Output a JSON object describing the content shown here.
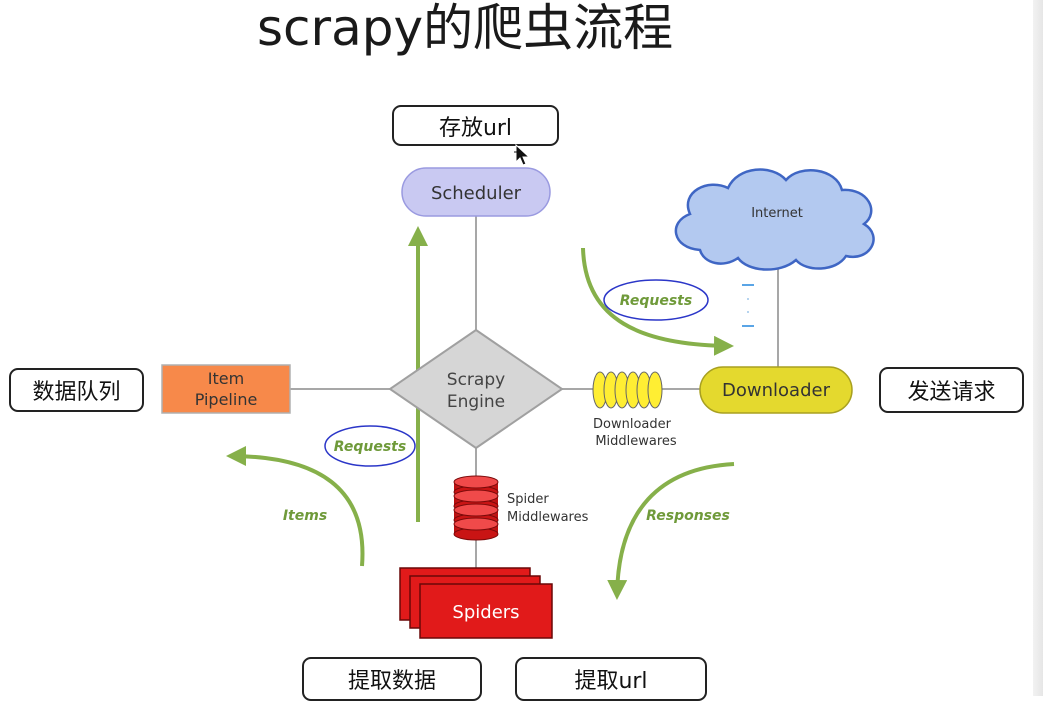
{
  "title": "scrapy的爬虫流程",
  "annotations": {
    "store_url": "存放url",
    "data_queue": "数据队列",
    "send_request": "发送请求",
    "extract_data": "提取数据",
    "extract_url": "提取url"
  },
  "nodes": {
    "scheduler": "Scheduler",
    "internet": "Internet",
    "engine_line1": "Scrapy",
    "engine_line2": "Engine",
    "item_pipeline_line1": "Item",
    "item_pipeline_line2": "Pipeline",
    "downloader": "Downloader",
    "downloader_mw_line1": "Downloader",
    "downloader_mw_line2": "Middlewares",
    "spider_mw_line1": "Spider",
    "spider_mw_line2": "Middlewares",
    "spiders": "Spiders"
  },
  "flows": {
    "requests_to_downloader": "Requests",
    "requests_from_spiders": "Requests",
    "items": "Items",
    "responses": "Responses"
  },
  "colors": {
    "scheduler_fill": "#c9c9f2",
    "pipeline_fill": "#f7894a",
    "engine_fill": "#d6d6d6",
    "downloader_fill": "#e4d92e",
    "middleware_yellow": "#ffee33",
    "middleware_red": "#e81a1a",
    "spiders_fill": "#e11a1a",
    "internet_fill": "#b3c9f0",
    "flow_arrow": "#86b04a",
    "flow_label": "#6f9a3a",
    "request_ellipse": "#2b36c8",
    "link_line": "#a7a7a7"
  }
}
